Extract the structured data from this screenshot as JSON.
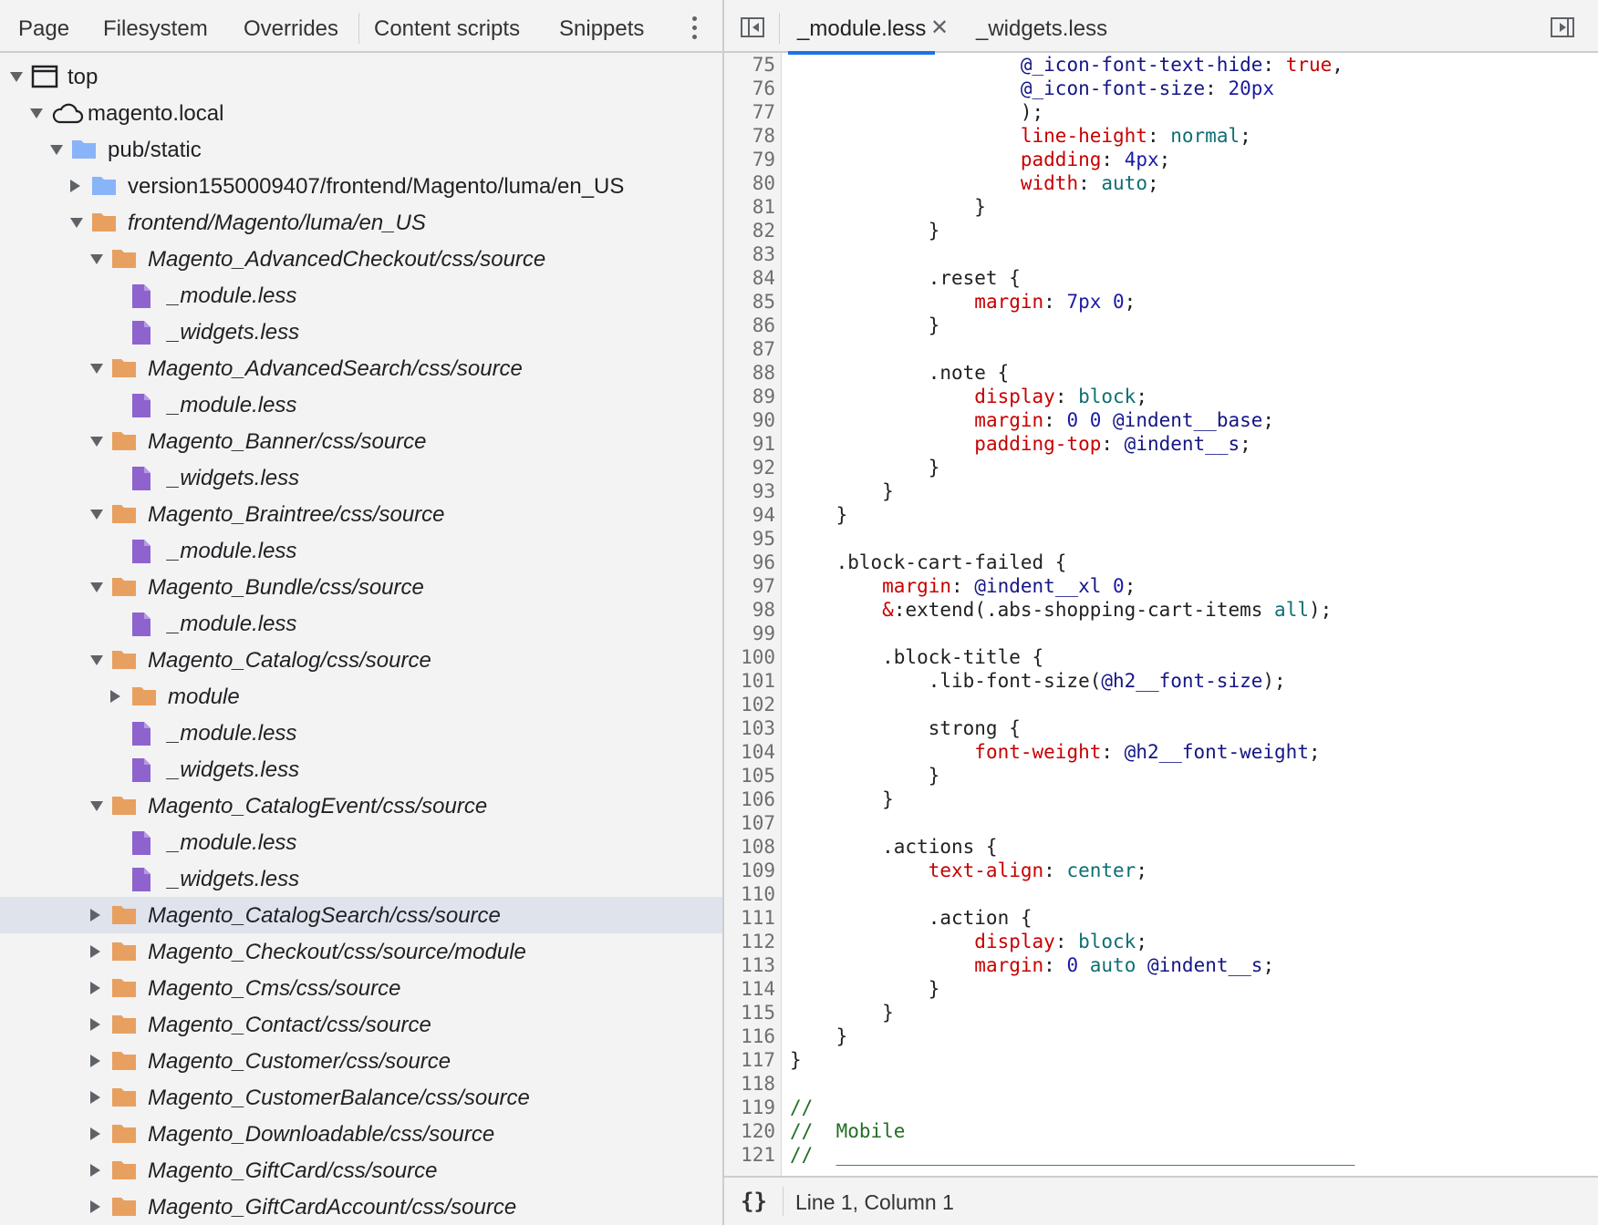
{
  "left_tabs": [
    {
      "label": "Page",
      "active": true
    },
    {
      "label": "Filesystem",
      "active": false
    },
    {
      "label": "Overrides",
      "active": false
    },
    {
      "label": "Content scripts",
      "active": false
    },
    {
      "label": "Snippets",
      "active": false
    }
  ],
  "tree": [
    {
      "label": "top",
      "depth": 0,
      "arrow": "down",
      "icon": "frame-icon",
      "italic": false
    },
    {
      "label": "magento.local",
      "depth": 1,
      "arrow": "down",
      "icon": "cloud-icon",
      "italic": false
    },
    {
      "label": "pub/static",
      "depth": 2,
      "arrow": "down",
      "icon": "folder-blue-icon",
      "italic": false
    },
    {
      "label": "version1550009407/frontend/Magento/luma/en_US",
      "depth": 3,
      "arrow": "right",
      "icon": "folder-blue-icon",
      "italic": false
    },
    {
      "label": "frontend/Magento/luma/en_US",
      "depth": 3,
      "arrow": "down",
      "icon": "folder-orange-icon",
      "italic": true
    },
    {
      "label": "Magento_AdvancedCheckout/css/source",
      "depth": 4,
      "arrow": "down",
      "icon": "folder-orange-icon",
      "italic": true
    },
    {
      "label": "_module.less",
      "depth": 5,
      "arrow": "none",
      "icon": "file-icon",
      "italic": true
    },
    {
      "label": "_widgets.less",
      "depth": 5,
      "arrow": "none",
      "icon": "file-icon",
      "italic": true
    },
    {
      "label": "Magento_AdvancedSearch/css/source",
      "depth": 4,
      "arrow": "down",
      "icon": "folder-orange-icon",
      "italic": true
    },
    {
      "label": "_module.less",
      "depth": 5,
      "arrow": "none",
      "icon": "file-icon",
      "italic": true
    },
    {
      "label": "Magento_Banner/css/source",
      "depth": 4,
      "arrow": "down",
      "icon": "folder-orange-icon",
      "italic": true
    },
    {
      "label": "_widgets.less",
      "depth": 5,
      "arrow": "none",
      "icon": "file-icon",
      "italic": true
    },
    {
      "label": "Magento_Braintree/css/source",
      "depth": 4,
      "arrow": "down",
      "icon": "folder-orange-icon",
      "italic": true
    },
    {
      "label": "_module.less",
      "depth": 5,
      "arrow": "none",
      "icon": "file-icon",
      "italic": true
    },
    {
      "label": "Magento_Bundle/css/source",
      "depth": 4,
      "arrow": "down",
      "icon": "folder-orange-icon",
      "italic": true
    },
    {
      "label": "_module.less",
      "depth": 5,
      "arrow": "none",
      "icon": "file-icon",
      "italic": true
    },
    {
      "label": "Magento_Catalog/css/source",
      "depth": 4,
      "arrow": "down",
      "icon": "folder-orange-icon",
      "italic": true
    },
    {
      "label": "module",
      "depth": 5,
      "arrow": "right",
      "icon": "folder-orange-icon",
      "italic": true
    },
    {
      "label": "_module.less",
      "depth": 5,
      "arrow": "none",
      "icon": "file-icon",
      "italic": true
    },
    {
      "label": "_widgets.less",
      "depth": 5,
      "arrow": "none",
      "icon": "file-icon",
      "italic": true
    },
    {
      "label": "Magento_CatalogEvent/css/source",
      "depth": 4,
      "arrow": "down",
      "icon": "folder-orange-icon",
      "italic": true
    },
    {
      "label": "_module.less",
      "depth": 5,
      "arrow": "none",
      "icon": "file-icon",
      "italic": true
    },
    {
      "label": "_widgets.less",
      "depth": 5,
      "arrow": "none",
      "icon": "file-icon",
      "italic": true
    },
    {
      "label": "Magento_CatalogSearch/css/source",
      "depth": 4,
      "arrow": "right",
      "icon": "folder-orange-icon",
      "italic": true,
      "selected": true
    },
    {
      "label": "Magento_Checkout/css/source/module",
      "depth": 4,
      "arrow": "right",
      "icon": "folder-orange-icon",
      "italic": true
    },
    {
      "label": "Magento_Cms/css/source",
      "depth": 4,
      "arrow": "right",
      "icon": "folder-orange-icon",
      "italic": true
    },
    {
      "label": "Magento_Contact/css/source",
      "depth": 4,
      "arrow": "right",
      "icon": "folder-orange-icon",
      "italic": true
    },
    {
      "label": "Magento_Customer/css/source",
      "depth": 4,
      "arrow": "right",
      "icon": "folder-orange-icon",
      "italic": true
    },
    {
      "label": "Magento_CustomerBalance/css/source",
      "depth": 4,
      "arrow": "right",
      "icon": "folder-orange-icon",
      "italic": true
    },
    {
      "label": "Magento_Downloadable/css/source",
      "depth": 4,
      "arrow": "right",
      "icon": "folder-orange-icon",
      "italic": true
    },
    {
      "label": "Magento_GiftCard/css/source",
      "depth": 4,
      "arrow": "right",
      "icon": "folder-orange-icon",
      "italic": true
    },
    {
      "label": "Magento_GiftCardAccount/css/source",
      "depth": 4,
      "arrow": "right",
      "icon": "folder-orange-icon",
      "italic": true
    }
  ],
  "editor_tabs": [
    {
      "label": "_module.less",
      "active": true,
      "closable": true
    },
    {
      "label": "_widgets.less",
      "active": false,
      "closable": false
    }
  ],
  "code_lines": [
    {
      "n": "75",
      "segs": [
        [
          "                    ",
          "b"
        ],
        [
          "@_icon-font-text-hide",
          "at"
        ],
        [
          ": ",
          "b"
        ],
        [
          "true",
          "p"
        ],
        [
          ",",
          "b"
        ]
      ]
    },
    {
      "n": "76",
      "segs": [
        [
          "                    ",
          "b"
        ],
        [
          "@_icon-font-size",
          "at"
        ],
        [
          ": ",
          "b"
        ],
        [
          "20px",
          "n"
        ]
      ]
    },
    {
      "n": "77",
      "segs": [
        [
          "                    );",
          "b"
        ]
      ]
    },
    {
      "n": "78",
      "segs": [
        [
          "                    ",
          "b"
        ],
        [
          "line-height",
          "p"
        ],
        [
          ": ",
          "b"
        ],
        [
          "normal",
          "v"
        ],
        [
          ";",
          "b"
        ]
      ]
    },
    {
      "n": "79",
      "segs": [
        [
          "                    ",
          "b"
        ],
        [
          "padding",
          "p"
        ],
        [
          ": ",
          "b"
        ],
        [
          "4px",
          "n"
        ],
        [
          ";",
          "b"
        ]
      ]
    },
    {
      "n": "80",
      "segs": [
        [
          "                    ",
          "b"
        ],
        [
          "width",
          "p"
        ],
        [
          ": ",
          "b"
        ],
        [
          "auto",
          "v"
        ],
        [
          ";",
          "b"
        ]
      ]
    },
    {
      "n": "81",
      "segs": [
        [
          "                }",
          "b"
        ]
      ]
    },
    {
      "n": "82",
      "segs": [
        [
          "            }",
          "b"
        ]
      ]
    },
    {
      "n": "83",
      "segs": []
    },
    {
      "n": "84",
      "segs": [
        [
          "            .reset {",
          "b"
        ]
      ]
    },
    {
      "n": "85",
      "segs": [
        [
          "                ",
          "b"
        ],
        [
          "margin",
          "p"
        ],
        [
          ": ",
          "b"
        ],
        [
          "7px 0",
          "n"
        ],
        [
          ";",
          "b"
        ]
      ]
    },
    {
      "n": "86",
      "segs": [
        [
          "            }",
          "b"
        ]
      ]
    },
    {
      "n": "87",
      "segs": []
    },
    {
      "n": "88",
      "segs": [
        [
          "            .note {",
          "b"
        ]
      ]
    },
    {
      "n": "89",
      "segs": [
        [
          "                ",
          "b"
        ],
        [
          "display",
          "p"
        ],
        [
          ": ",
          "b"
        ],
        [
          "block",
          "v"
        ],
        [
          ";",
          "b"
        ]
      ]
    },
    {
      "n": "90",
      "segs": [
        [
          "                ",
          "b"
        ],
        [
          "margin",
          "p"
        ],
        [
          ": ",
          "b"
        ],
        [
          "0 0 ",
          "n"
        ],
        [
          "@indent__base",
          "at"
        ],
        [
          ";",
          "b"
        ]
      ]
    },
    {
      "n": "91",
      "segs": [
        [
          "                ",
          "b"
        ],
        [
          "padding-top",
          "p"
        ],
        [
          ": ",
          "b"
        ],
        [
          "@indent__s",
          "at"
        ],
        [
          ";",
          "b"
        ]
      ]
    },
    {
      "n": "92",
      "segs": [
        [
          "            }",
          "b"
        ]
      ]
    },
    {
      "n": "93",
      "segs": [
        [
          "        }",
          "b"
        ]
      ]
    },
    {
      "n": "94",
      "segs": [
        [
          "    }",
          "b"
        ]
      ]
    },
    {
      "n": "95",
      "segs": []
    },
    {
      "n": "96",
      "segs": [
        [
          "    .block-cart-failed {",
          "b"
        ]
      ]
    },
    {
      "n": "97",
      "segs": [
        [
          "        ",
          "b"
        ],
        [
          "margin",
          "p"
        ],
        [
          ": ",
          "b"
        ],
        [
          "@indent__xl",
          "at"
        ],
        [
          " ",
          "b"
        ],
        [
          "0",
          "n"
        ],
        [
          ";",
          "b"
        ]
      ]
    },
    {
      "n": "98",
      "segs": [
        [
          "        ",
          "b"
        ],
        [
          "&",
          "p"
        ],
        [
          ":extend(.abs-shopping-cart-items ",
          "b"
        ],
        [
          "all",
          "v"
        ],
        [
          ");",
          "b"
        ]
      ]
    },
    {
      "n": "99",
      "segs": []
    },
    {
      "n": "100",
      "segs": [
        [
          "        .block-title {",
          "b"
        ]
      ]
    },
    {
      "n": "101",
      "segs": [
        [
          "            .lib-font-size(",
          "b"
        ],
        [
          "@h2__font-size",
          "at"
        ],
        [
          ");",
          "b"
        ]
      ]
    },
    {
      "n": "102",
      "segs": []
    },
    {
      "n": "103",
      "segs": [
        [
          "            strong {",
          "b"
        ]
      ]
    },
    {
      "n": "104",
      "segs": [
        [
          "                ",
          "b"
        ],
        [
          "font-weight",
          "p"
        ],
        [
          ": ",
          "b"
        ],
        [
          "@h2__font-weight",
          "at"
        ],
        [
          ";",
          "b"
        ]
      ]
    },
    {
      "n": "105",
      "segs": [
        [
          "            }",
          "b"
        ]
      ]
    },
    {
      "n": "106",
      "segs": [
        [
          "        }",
          "b"
        ]
      ]
    },
    {
      "n": "107",
      "segs": []
    },
    {
      "n": "108",
      "segs": [
        [
          "        .actions {",
          "b"
        ]
      ]
    },
    {
      "n": "109",
      "segs": [
        [
          "            ",
          "b"
        ],
        [
          "text-align",
          "p"
        ],
        [
          ": ",
          "b"
        ],
        [
          "center",
          "v"
        ],
        [
          ";",
          "b"
        ]
      ]
    },
    {
      "n": "110",
      "segs": []
    },
    {
      "n": "111",
      "segs": [
        [
          "            .action {",
          "b"
        ]
      ]
    },
    {
      "n": "112",
      "segs": [
        [
          "                ",
          "b"
        ],
        [
          "display",
          "p"
        ],
        [
          ": ",
          "b"
        ],
        [
          "block",
          "v"
        ],
        [
          ";",
          "b"
        ]
      ]
    },
    {
      "n": "113",
      "segs": [
        [
          "                ",
          "b"
        ],
        [
          "margin",
          "p"
        ],
        [
          ": ",
          "b"
        ],
        [
          "0",
          "n"
        ],
        [
          " ",
          "b"
        ],
        [
          "auto",
          "v"
        ],
        [
          " ",
          "b"
        ],
        [
          "@indent__s",
          "at"
        ],
        [
          ";",
          "b"
        ]
      ]
    },
    {
      "n": "114",
      "segs": [
        [
          "            }",
          "b"
        ]
      ]
    },
    {
      "n": "115",
      "segs": [
        [
          "        }",
          "b"
        ]
      ]
    },
    {
      "n": "116",
      "segs": [
        [
          "    }",
          "b"
        ]
      ]
    },
    {
      "n": "117",
      "segs": [
        [
          "}",
          "b"
        ]
      ]
    },
    {
      "n": "118",
      "segs": []
    },
    {
      "n": "119",
      "segs": [
        [
          "//",
          "c"
        ]
      ]
    },
    {
      "n": "120",
      "segs": [
        [
          "//  Mobile",
          "c"
        ]
      ]
    },
    {
      "n": "121",
      "segs": [
        [
          "//  _____________________________________________",
          "c"
        ]
      ]
    }
  ],
  "status": {
    "format_icon": "{}",
    "cursor_position": "Line 1, Column 1"
  },
  "colors": {
    "tab_accent": "#1a73e8",
    "folder_blue": "#8ab4f8",
    "folder_orange": "#e8a060",
    "file_purple": "#8e63ce",
    "selected_row": "#dfe3ec"
  }
}
